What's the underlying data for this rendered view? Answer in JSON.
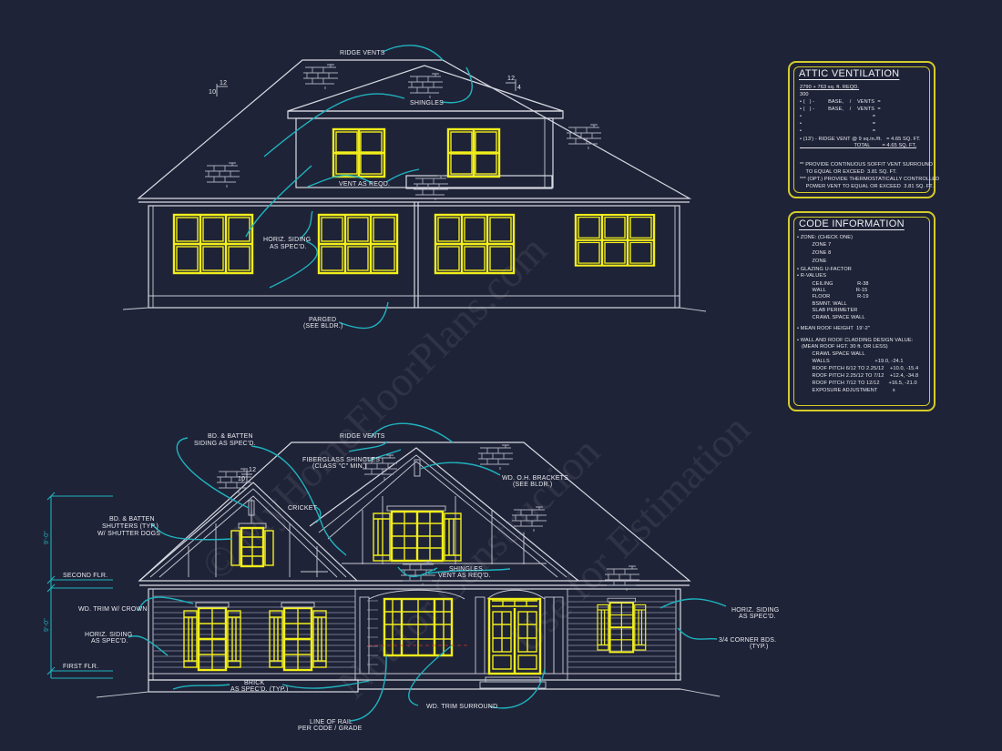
{
  "watermark": {
    "line1": "© MyHomeFloorPlans.com",
    "line2": "Not for Construction",
    "line3": "Use for Estimation"
  },
  "colors": {
    "background": "#1f2337",
    "linework": "#d9dbe3",
    "windows": "#f2ee1b",
    "leaders": "#1fb3bf",
    "box_border": "#d4cc2a"
  },
  "rear_elevation": {
    "labels": {
      "ridge_vents": "RIDGE VENTS",
      "shingles": "SHINGLES",
      "vent_as_reqd": "VENT AS REQD.",
      "horiz_siding_1": "HORIZ. SIDING",
      "horiz_siding_2": "AS SPEC'D.",
      "parged_1": "PARGED",
      "parged_2": "(SEE BLDR.)"
    },
    "pitch_left": {
      "rise": "10",
      "run": "12"
    },
    "pitch_right": {
      "rise": "4",
      "run": "12"
    }
  },
  "front_elevation": {
    "labels": {
      "ridge_vents": "RIDGE VENTS",
      "bd_batten_siding_1": "BD. & BATTEN",
      "bd_batten_siding_2": "SIDING AS SPEC'D.",
      "fiberglass_1": "FIBERGLASS SHINGLES",
      "fiberglass_2": "(CLASS \"C\" MIN.)",
      "wd_oh_brackets_1": "WD. O.H. BRACKETS",
      "wd_oh_brackets_2": "(SEE BLDR.)",
      "cricket": "CRICKET",
      "bd_batten_shutters_1": "BD. & BATTEN",
      "bd_batten_shutters_2": "SHUTTERS (TYP.)",
      "bd_batten_shutters_3": "W/ SHUTTER DOGS",
      "shingles": "SHINGLES",
      "vent_as_reqd": "VENT AS REQ'D.",
      "second_flr": "SECOND FLR.",
      "first_flr": "FIRST FLR.",
      "wd_trim_crown": "WD. TRIM W/ CROWN",
      "horiz_siding_left_1": "HORIZ. SIDING",
      "horiz_siding_left_2": "AS SPEC'D.",
      "horiz_siding_right_1": "HORIZ. SIDING",
      "horiz_siding_right_2": "AS SPEC'D.",
      "corner_bds_1": "3/4 CORNER BDS.",
      "corner_bds_2": "(TYP.)",
      "brick_1": "BRICK",
      "brick_2": "AS SPEC'D. (TYP.)",
      "wd_trim_surround": "WD. TRIM SURROUND",
      "line_of_rail_1": "LINE OF RAIL",
      "line_of_rail_2": "PER CODE / GRADE"
    },
    "pitch": {
      "rise": "10",
      "run": "12"
    },
    "dim_upper": "9'-0\"",
    "dim_lower": "9'-0\""
  },
  "attic_ventilation": {
    "title": "ATTIC VENTILATION",
    "rows": [
      "2790 + 763 sq. ft. REQD.",
      "300",
      "• (   ) -         BASE,    /    VENTS  =",
      "• (   ) -         BASE,    /    VENTS  =",
      "•                                               =",
      "•                                               =",
      "•                                               =",
      "• (13') - RIDGE VENT @ 9 sq.in./ft.   = 4.65 SQ. FT.",
      "                                    TOTAL        = 4.65 SQ. FT.",
      "",
      "** PROVIDE CONTINUOUS SOFFIT VENT SURROUND",
      "    TO EQUAL OR EXCEED  3.81 SQ. FT.",
      "*** (OPT.) PROVIDE THERMOSTATICALLY CONTROLLED",
      "    POWER VENT TO EQUAL OR EXCEED  3.81 SQ. FT."
    ]
  },
  "code_information": {
    "title": "CODE INFORMATION",
    "rows": [
      "• ZONE: (CHECK ONE)",
      "          ZONE 7",
      "          ZONE 8",
      "          ZONE",
      "• GLAZING U-FACTOR",
      "• R-VALUES",
      "          CEILING                R-38",
      "          WALL                    R-15",
      "          FLOOR                  R-19",
      "          BSMNT. WALL",
      "          SLAB PERIMETER",
      "          CRAWL SPACE WALL",
      "",
      "• MEAN ROOF HEIGHT  19'-2\"",
      "",
      "• WALL AND ROOF CLADDING DESIGN VALUE:",
      "   (MEAN ROOF HGT. 30 ft. OR LESS)",
      "          CRAWL SPACE WALL",
      "          WALLS                              +19.0, -24.1",
      "          ROOF PITCH 6/12 TO 2.25/12    +10.0, -15.4",
      "          ROOF PITCH 2.25/12 TO 7/12    +12.4, -34.8",
      "          ROOF PITCH 7/12 TO 12/12      +16.5, -21.0",
      "          EXPOSURE ADJUSTMENT          x"
    ]
  }
}
